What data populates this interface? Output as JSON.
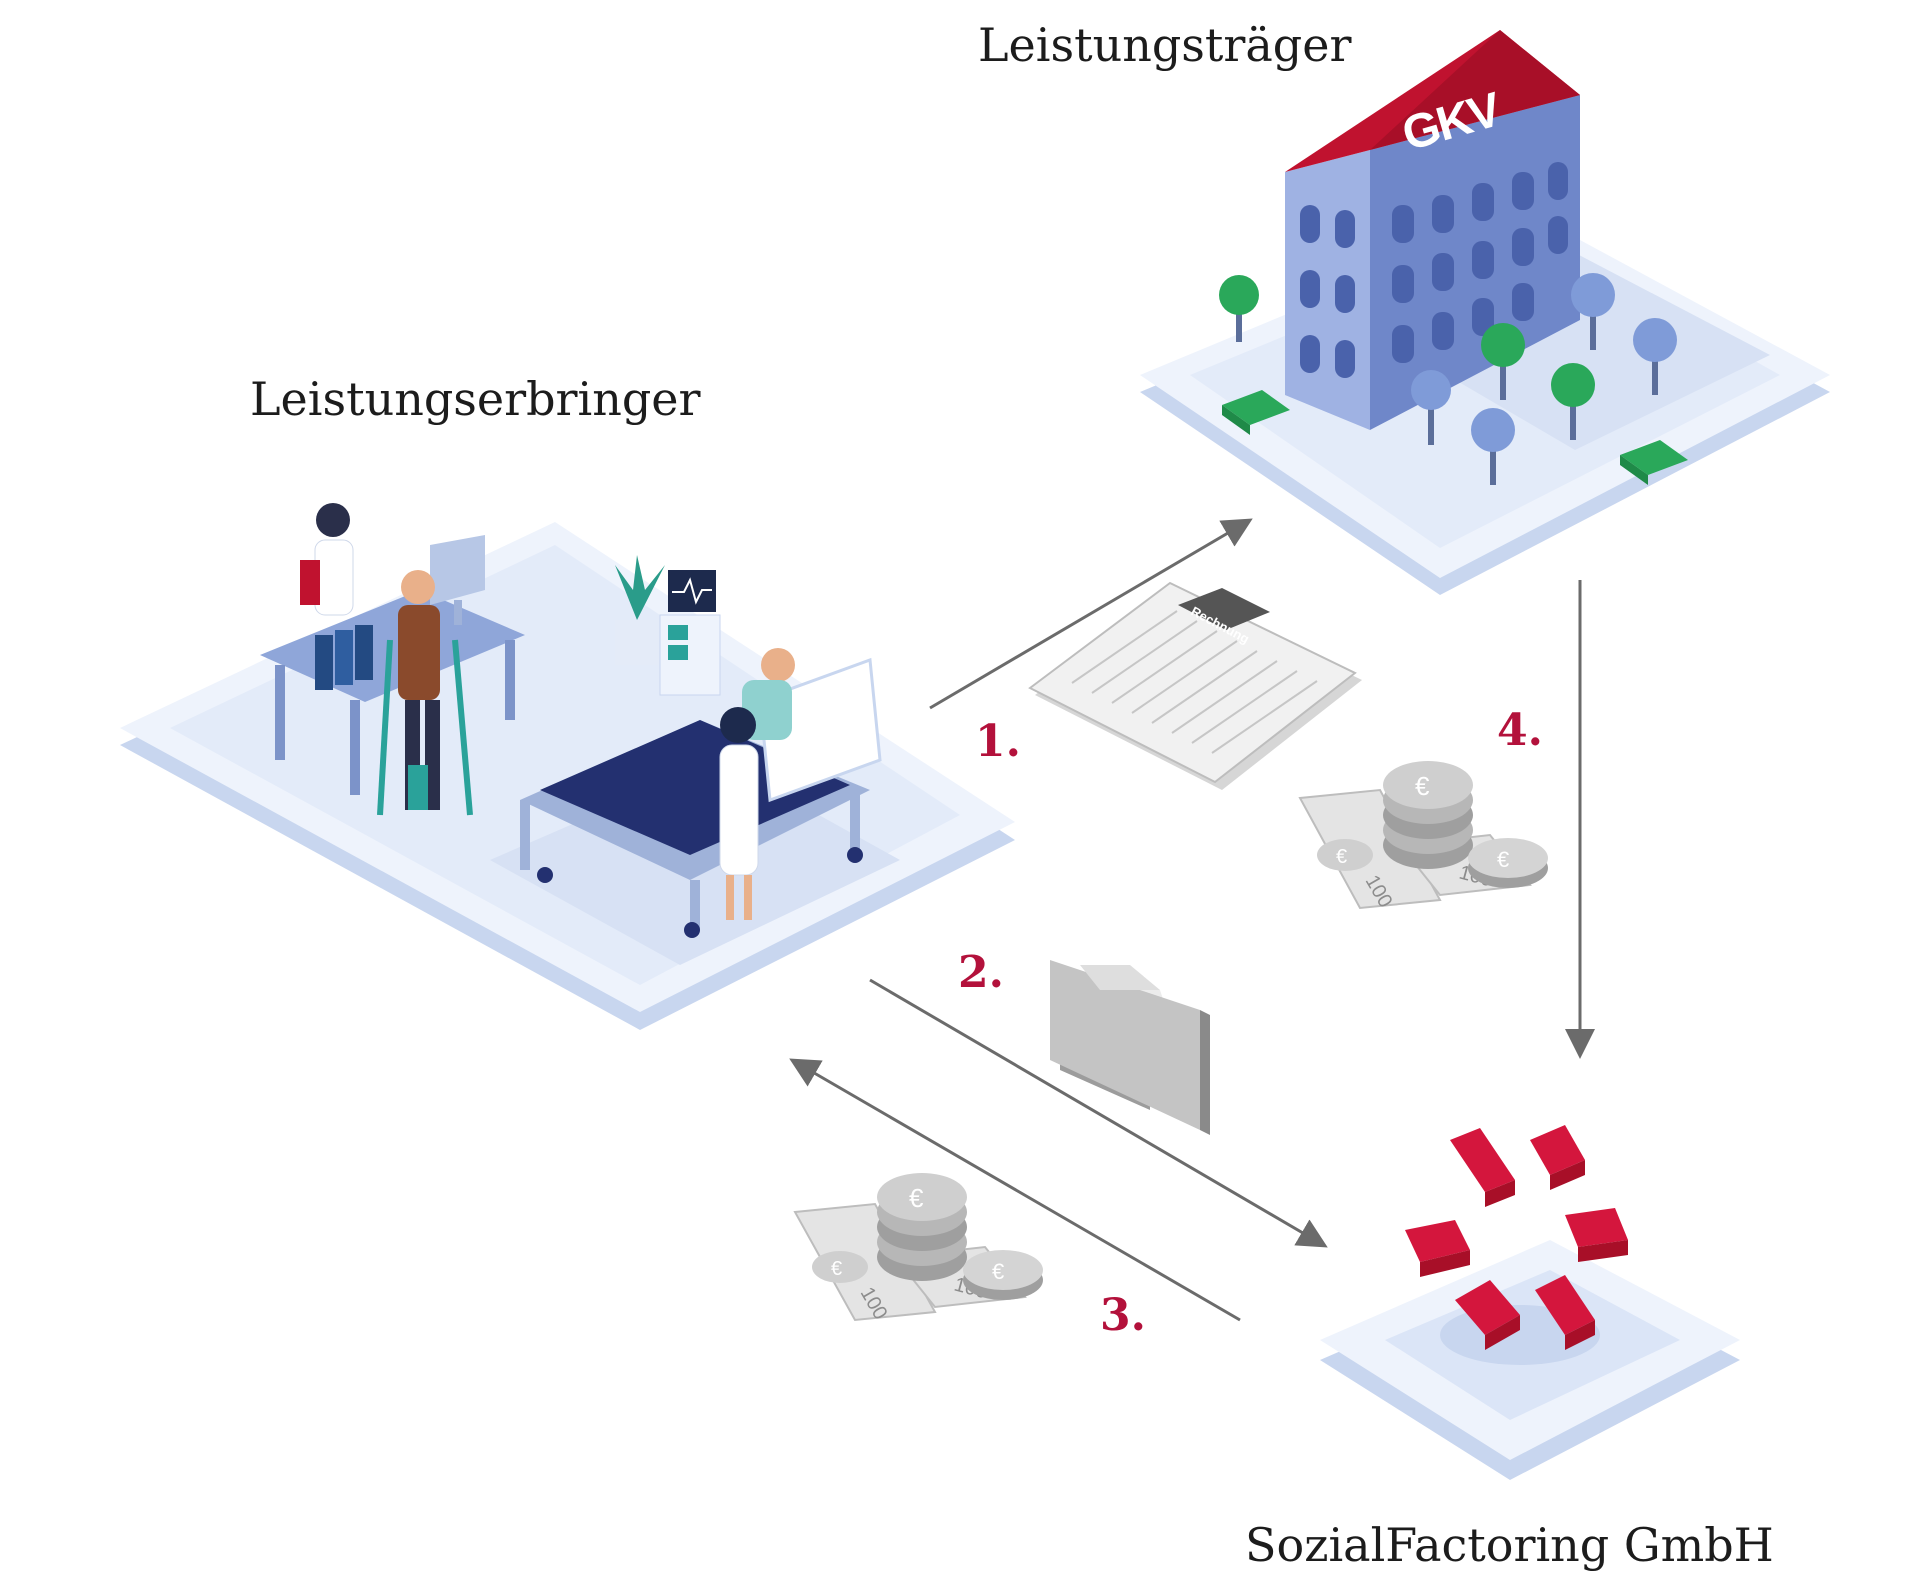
{
  "nodes": {
    "provider": {
      "label": "Leistungserbringer"
    },
    "insurer": {
      "label": "Leistungsträger",
      "logo_text": "GKV"
    },
    "factoring": {
      "label": "SozialFactoring GmbH"
    }
  },
  "steps": [
    {
      "number": "1."
    },
    {
      "number": "2."
    },
    {
      "number": "3."
    },
    {
      "number": "4."
    }
  ],
  "documents": {
    "invoice_header": "Rechnung",
    "banknote_value": "100"
  },
  "colors": {
    "arrow": "#6b6b6b",
    "accent_red": "#c0122f",
    "step_number": "#b3113b",
    "platform_light": "#e9effb",
    "platform_side": "#c8d6ef",
    "building": "#6f87c9"
  }
}
